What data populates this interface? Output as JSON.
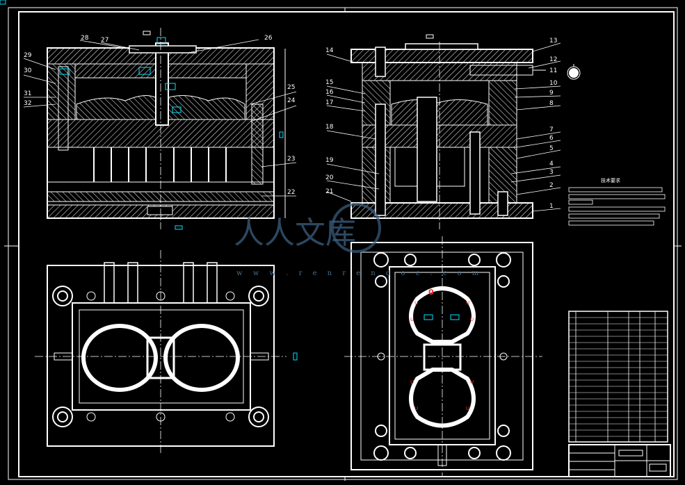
{
  "drawing": {
    "left_callouts": [
      "28",
      "27",
      "26",
      "29",
      "30",
      "31",
      "32",
      "25",
      "24",
      "23",
      "22"
    ],
    "right_callouts_left": [
      "14",
      "15",
      "16",
      "17",
      "18",
      "19",
      "20",
      "21"
    ],
    "right_callouts_right": [
      "13",
      "12",
      "11",
      "10",
      "9",
      "8",
      "7",
      "6",
      "5",
      "4",
      "3",
      "2",
      "1"
    ],
    "tech_req_title": "技术要求",
    "cavity_mark": "0",
    "cavity_letter": "U"
  },
  "watermark": {
    "text": "人人文库",
    "url": "w w w . r e n r e n d o c . c o m"
  },
  "colors": {
    "background": "#000000",
    "lines": "#ffffff",
    "accent": "#00e5ff",
    "marker": "#ff3030",
    "watermark": "#3b5f80"
  }
}
